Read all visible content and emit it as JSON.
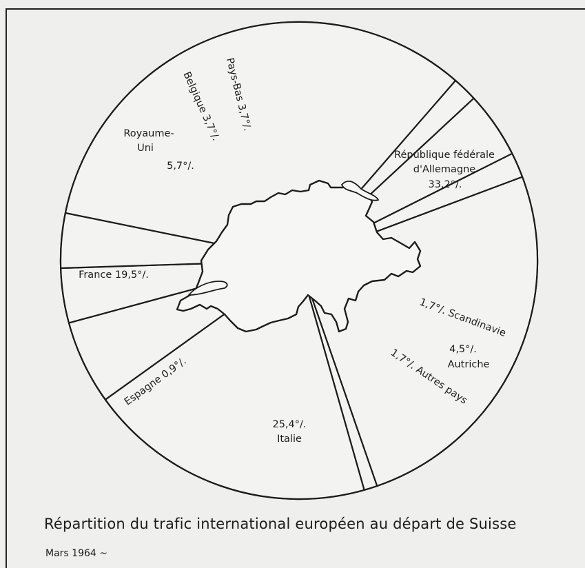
{
  "caption": "Répartition du trafic international européen au départ de Suisse",
  "date": "Mars 1964 ~",
  "chart_data": {
    "type": "pie",
    "title": "Répartition du trafic international européen au départ de Suisse",
    "unit": "%",
    "slices": [
      {
        "name": "République fédérale d'Allemagne",
        "value": 33.2,
        "lines": [
          "République fédérale",
          "d'Allemagne",
          "33,2°/."
        ]
      },
      {
        "name": "Scandinavie",
        "value": 1.7,
        "lines": [
          "1,7°/. Scandinavie"
        ]
      },
      {
        "name": "Autriche",
        "value": 4.5,
        "lines": [
          "4,5°/.",
          "Autriche"
        ]
      },
      {
        "name": "Autres pays",
        "value": 1.7,
        "lines": [
          "1,7°/. Autres pays"
        ]
      },
      {
        "name": "Italie",
        "value": 25.4,
        "lines": [
          "25,4°/.",
          "Italie"
        ]
      },
      {
        "name": "Espagne",
        "value": 0.9,
        "lines": [
          "Espagne 0,9°/."
        ]
      },
      {
        "name": "France",
        "value": 19.5,
        "lines": [
          "France 19,5°/."
        ]
      },
      {
        "name": "Royaume-Uni",
        "value": 5.7,
        "lines": [
          "Royaume-",
          "Uni",
          "5,7°/."
        ]
      },
      {
        "name": "Belgique",
        "value": 3.7,
        "lines": [
          "Belgique 3,7°/."
        ]
      },
      {
        "name": "Pays-Bas",
        "value": 3.7,
        "lines": [
          "Pays-Bas 3,7°/."
        ]
      }
    ]
  }
}
